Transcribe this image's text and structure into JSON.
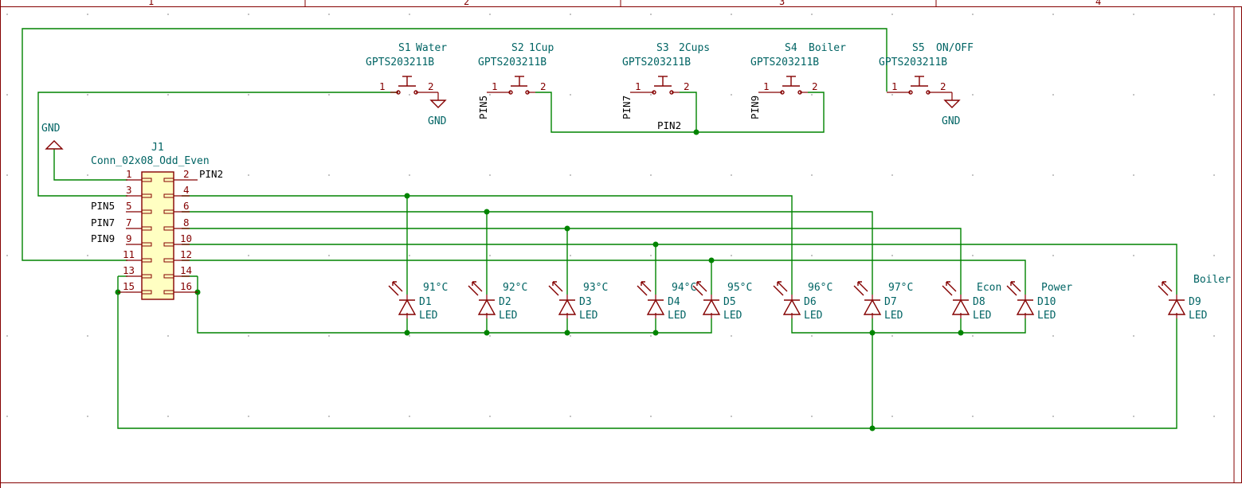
{
  "frame": {
    "columns": [
      "1",
      "2",
      "3",
      "4"
    ]
  },
  "connector": {
    "ref": "J1",
    "value": "Conn_02x08_Odd_Even",
    "pins": [
      "1",
      "2",
      "3",
      "4",
      "5",
      "6",
      "7",
      "8",
      "9",
      "10",
      "11",
      "12",
      "13",
      "14",
      "15",
      "16"
    ]
  },
  "switches": [
    {
      "ref": "S1",
      "label": "Water",
      "value": "GPTS203211B",
      "pin1": "1",
      "pin2": "2"
    },
    {
      "ref": "S2",
      "label": "1Cup",
      "value": "GPTS203211B",
      "pin1": "1",
      "pin2": "2"
    },
    {
      "ref": "S3",
      "label": "2Cups",
      "value": "GPTS203211B",
      "pin1": "1",
      "pin2": "2"
    },
    {
      "ref": "S4",
      "label": "Boiler",
      "value": "GPTS203211B",
      "pin1": "1",
      "pin2": "2"
    },
    {
      "ref": "S5",
      "label": "ON/OFF",
      "value": "GPTS203211B",
      "pin1": "1",
      "pin2": "2"
    }
  ],
  "power": {
    "gnd": "GND"
  },
  "net_labels": {
    "pin2": "PIN2",
    "pin5": "PIN5",
    "pin7": "PIN7",
    "pin9": "PIN9"
  },
  "leds": [
    {
      "ref": "D1",
      "label": "91°C",
      "value": "LED"
    },
    {
      "ref": "D2",
      "label": "92°C",
      "value": "LED"
    },
    {
      "ref": "D3",
      "label": "93°C",
      "value": "LED"
    },
    {
      "ref": "D4",
      "label": "94°C",
      "value": "LED"
    },
    {
      "ref": "D5",
      "label": "95°C",
      "value": "LED"
    },
    {
      "ref": "D6",
      "label": "96°C",
      "value": "LED"
    },
    {
      "ref": "D7",
      "label": "97°C",
      "value": "LED"
    },
    {
      "ref": "D8",
      "label": "Econ",
      "value": "LED"
    },
    {
      "ref": "D10",
      "label": "Power",
      "value": "LED"
    },
    {
      "ref": "D9",
      "label": "Boiler",
      "value": "LED"
    }
  ],
  "colors": {
    "wire": "#008400",
    "symbol": "#840000",
    "reference_text": "#006464",
    "connector_body": "#ffffc2"
  }
}
